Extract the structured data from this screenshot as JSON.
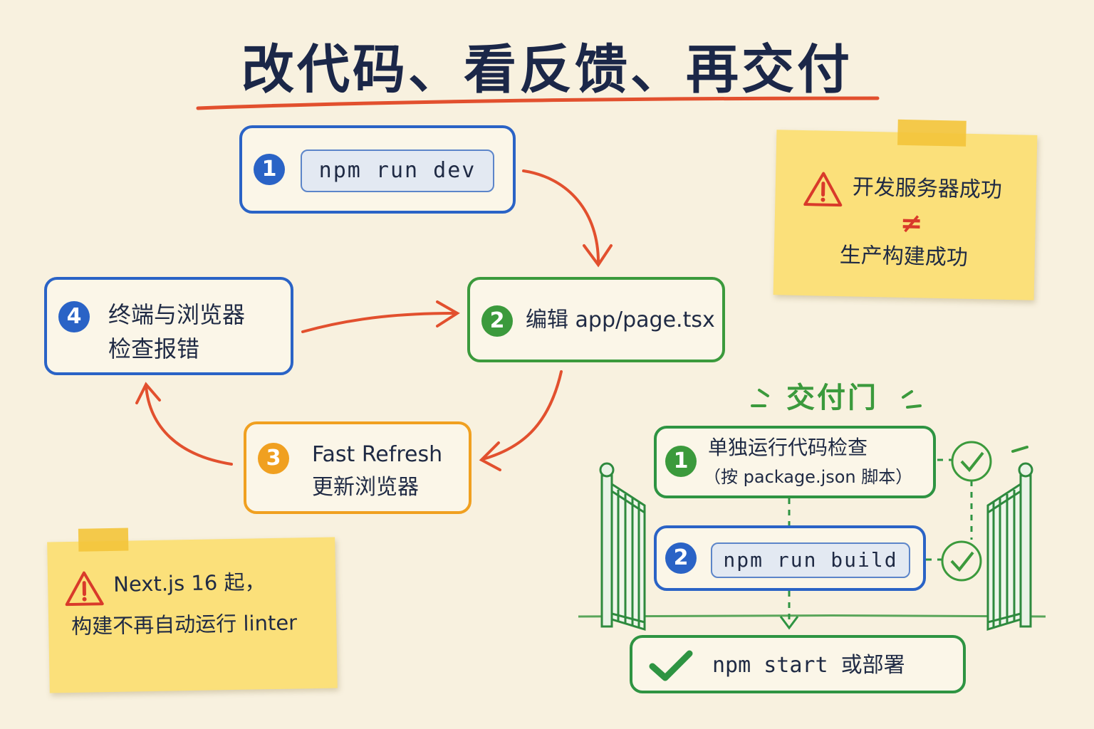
{
  "title": "改代码、看反馈、再交付",
  "loop": {
    "step1": {
      "num": "1",
      "code": "npm run dev"
    },
    "step2": {
      "num": "2",
      "label": "编辑 app/page.tsx"
    },
    "step3": {
      "num": "3",
      "line1": "Fast Refresh",
      "line2": "更新浏览器"
    },
    "step4": {
      "num": "4",
      "line1": "终端与浏览器",
      "line2": "检查报错"
    }
  },
  "note_top": {
    "line1": "开发服务器成功",
    "symbol": "≠",
    "line2": "生产构建成功"
  },
  "note_bottom": {
    "line1": "Next.js 16 起，",
    "line2": "构建不再自动运行 linter"
  },
  "gate": {
    "title": "交付门",
    "check1": {
      "num": "1",
      "line1": "单独运行代码检查",
      "line2": "（按 package.json 脚本）"
    },
    "check2": {
      "num": "2",
      "code": "npm run build"
    },
    "final": {
      "label": "npm start 或部署"
    }
  },
  "colors": {
    "blue": "#2a63c6",
    "green": "#3b9a3c",
    "orange": "#f0a020",
    "red_arrow": "#e2502e",
    "note_yellow": "#fbe07a",
    "warning_red": "#d93a2a"
  }
}
